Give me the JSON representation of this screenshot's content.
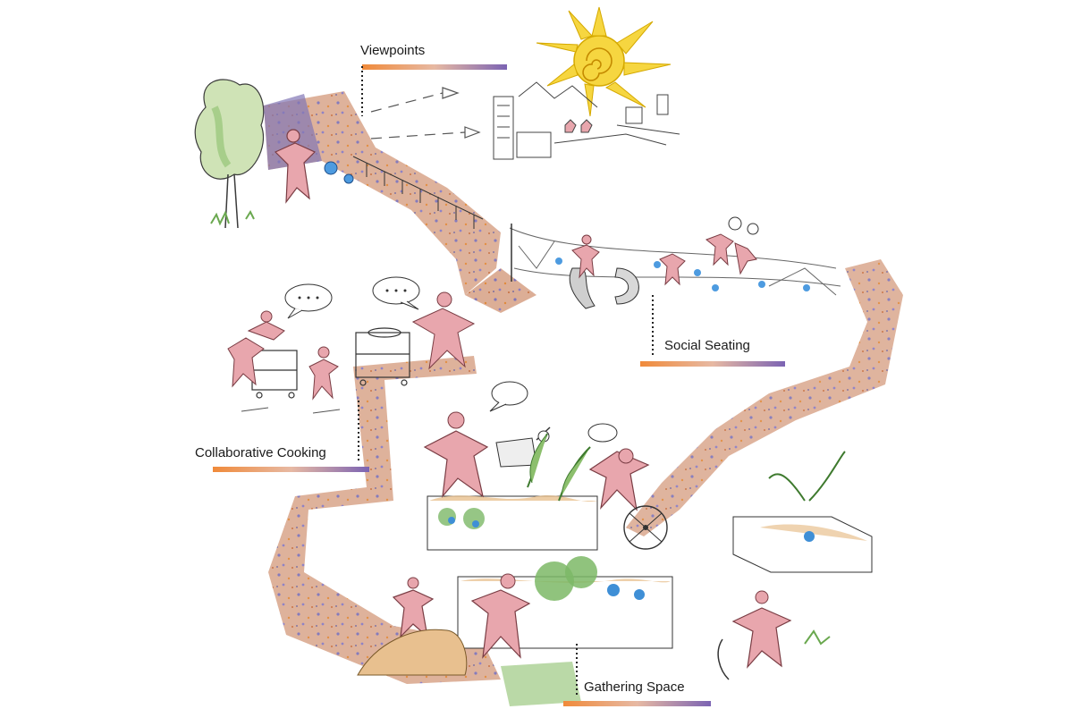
{
  "labels": {
    "viewpoints": "Viewpoints",
    "social_seating": "Social Seating",
    "collaborative_cooking": "Collaborative Cooking",
    "gathering_space": "Gathering Space"
  },
  "palette": {
    "path_fill": "#d9a48a",
    "path_speckle_purple": "#7f74b8",
    "path_speckle_orange": "#e08a3c",
    "figure": "#e8a6ad",
    "figure_outline": "#7a3d44",
    "sun": "#f6d640",
    "foliage": "#7cb866",
    "flower": "#3f8fd6",
    "label_bar_left": "#f08a3a",
    "label_bar_right": "#7b63b3"
  },
  "icons": [
    "sun-icon",
    "tree-icon",
    "speech-bubble-icon",
    "wheelchair-icon",
    "cooking-cart-icon",
    "flower-icon"
  ]
}
